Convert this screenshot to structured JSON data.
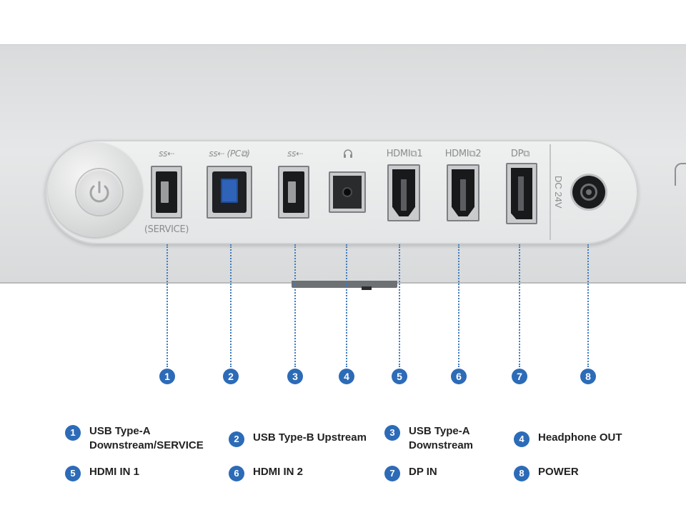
{
  "ports": [
    {
      "num": "1",
      "top_label": "ss⇠",
      "bottom_label": "(SERVICE)"
    },
    {
      "num": "2",
      "top_label": "ss⇠ (PC⧉)"
    },
    {
      "num": "3",
      "top_label": "ss⇠"
    },
    {
      "num": "4",
      "top_label": "🎧︎"
    },
    {
      "num": "5",
      "top_label": "HDMI⧉1"
    },
    {
      "num": "6",
      "top_label": "HDMI⧉2"
    },
    {
      "num": "7",
      "top_label": "DP⧉"
    },
    {
      "num": "8",
      "top_label": "DC 24V"
    }
  ],
  "legend": [
    {
      "num": "1",
      "text": "USB Type-A\nDownstream/SERVICE"
    },
    {
      "num": "2",
      "text": "USB Type-B Upstream"
    },
    {
      "num": "3",
      "text": "USB Type-A\nDownstream"
    },
    {
      "num": "4",
      "text": "Headphone OUT"
    },
    {
      "num": "5",
      "text": "HDMI IN 1"
    },
    {
      "num": "6",
      "text": "HDMI IN 2"
    },
    {
      "num": "7",
      "text": "DP IN"
    },
    {
      "num": "8",
      "text": "POWER"
    }
  ],
  "colors": {
    "badge": "#2c6bb7",
    "leader": "#3e7bbf",
    "usb_b_tongue": "#2e63b8"
  },
  "icons": {
    "power": "power-icon",
    "headphone": "headphone-icon"
  }
}
